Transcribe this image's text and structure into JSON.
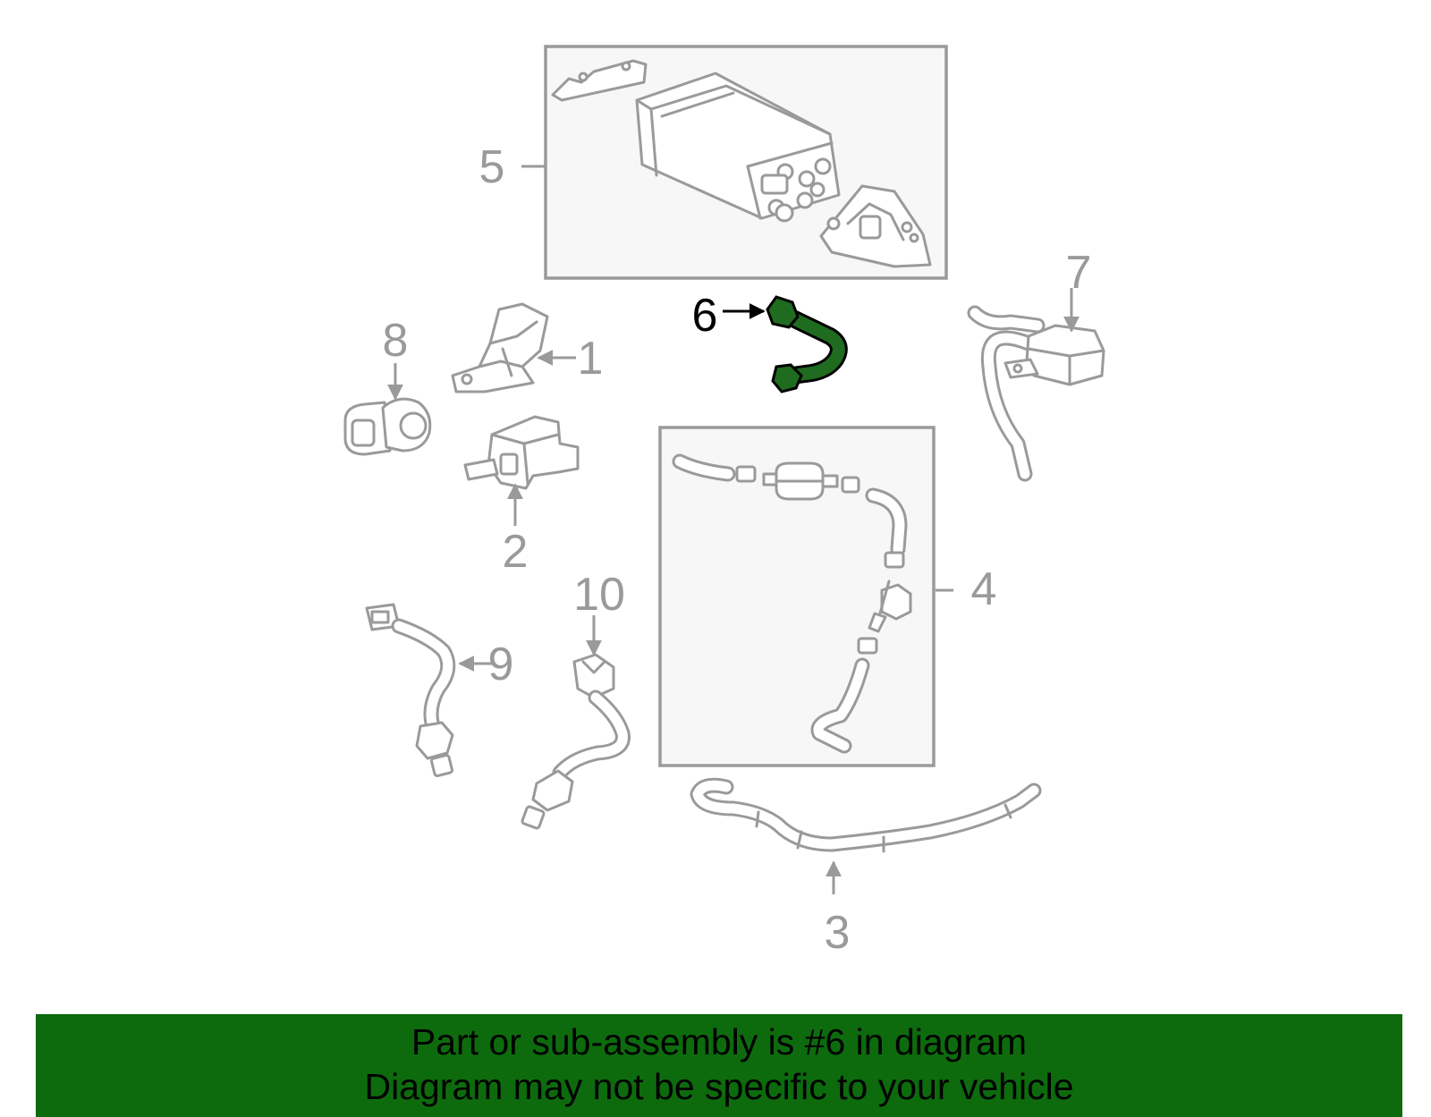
{
  "diagram": {
    "callouts": {
      "c1": "1",
      "c2": "2",
      "c3": "3",
      "c4": "4",
      "c5": "5",
      "c6": "6",
      "c7": "7",
      "c8": "8",
      "c9": "9",
      "c10": "10"
    },
    "highlight_part": "6",
    "highlight_color": "#1f6b1f",
    "line_color": "#9a9a9a"
  },
  "banner": {
    "line1": "Part or sub-assembly is #6 in diagram",
    "line2": "Diagram may not be specific to your vehicle",
    "background_color": "#0d6b0d"
  }
}
